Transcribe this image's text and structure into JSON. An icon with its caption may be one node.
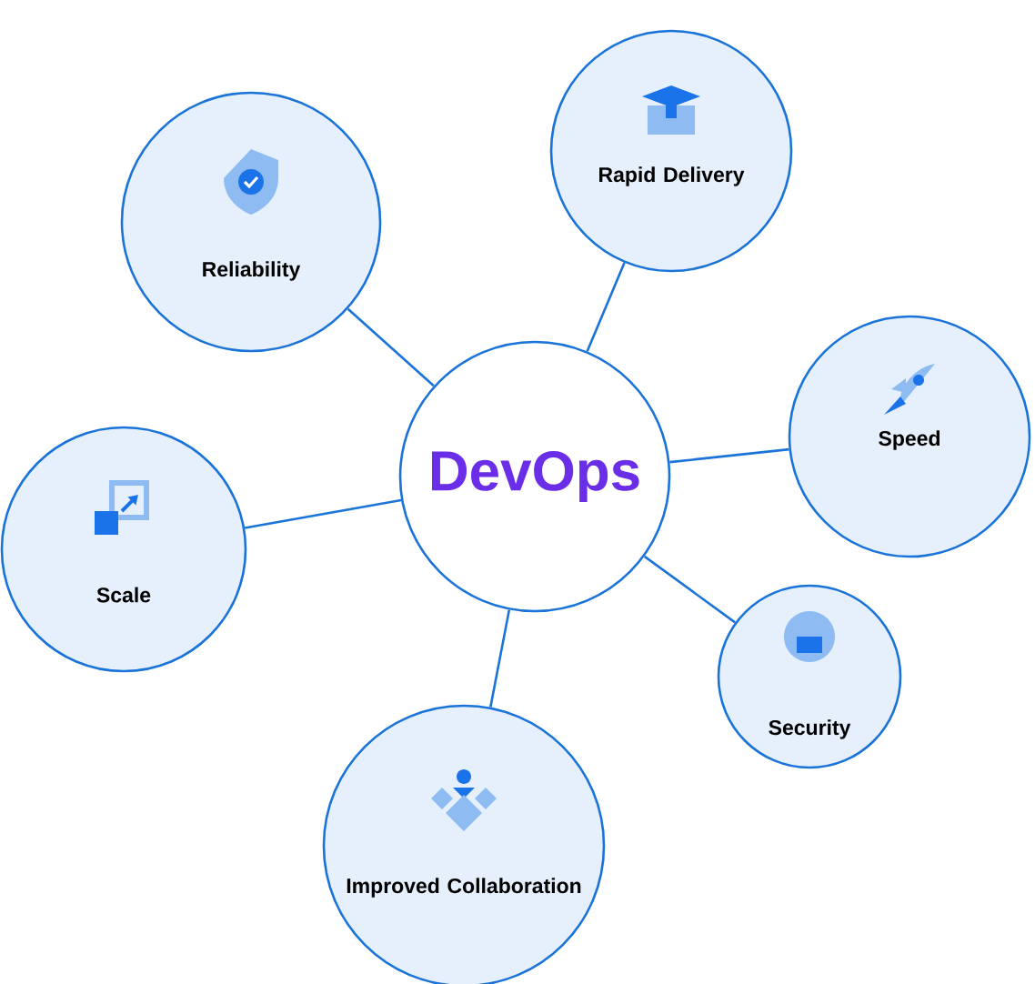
{
  "diagram": {
    "nodes": [
      {
        "text": [
          "DevOps"
        ]
      },
      {
        "text": [
          "Reliability"
        ]
      },
      {
        "text": [
          "Rapid Delivery"
        ]
      },
      {
        "text": [
          "Speed"
        ]
      },
      {
        "text": [
          "Scale"
        ]
      },
      {
        "text": [
          "Security"
        ]
      },
      {
        "text": [
          "Improved Collaboration"
        ]
      }
    ],
    "edges": [
      {
        "from": 0,
        "to": 1,
        "arrow": "none"
      },
      {
        "from": 0,
        "to": 2,
        "arrow": "none"
      },
      {
        "from": 0,
        "to": 3,
        "arrow": "none"
      },
      {
        "from": 0,
        "to": 4,
        "arrow": "none"
      },
      {
        "from": 0,
        "to": 5,
        "arrow": "none"
      },
      {
        "from": 0,
        "to": 6,
        "arrow": "none"
      }
    ]
  }
}
